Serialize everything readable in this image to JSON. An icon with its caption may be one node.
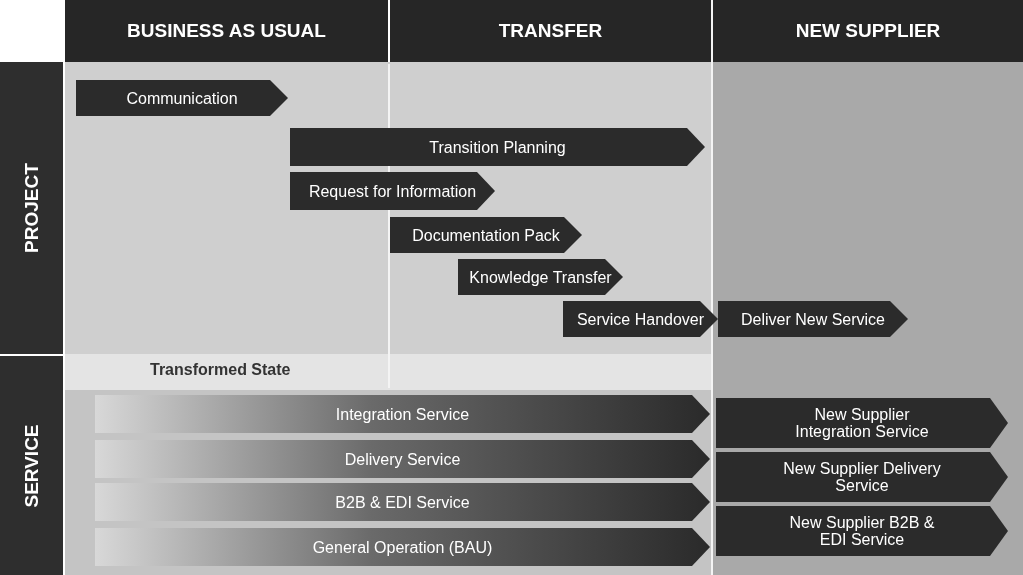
{
  "diagram": {
    "nodes": [
      {
        "text": [
          "BUSINESS AS USUAL"
        ]
      },
      {
        "text": [
          "TRANSFER"
        ]
      },
      {
        "text": [
          "NEW SUPPLIER"
        ]
      },
      {
        "text": [
          "PROJECT"
        ]
      },
      {
        "text": [
          "Communication"
        ]
      },
      {
        "text": [
          "Transition Planning"
        ]
      },
      {
        "text": [
          "Request for Information"
        ]
      },
      {
        "text": [
          "Documentation Pack"
        ]
      },
      {
        "text": [
          "Knowledge Transfer"
        ]
      },
      {
        "text": [
          "Service Handover"
        ]
      },
      {
        "text": [
          "Deliver New Service"
        ]
      },
      {
        "text": [
          "SERVICE"
        ]
      },
      {
        "text": [
          "Integration Service"
        ]
      },
      {
        "text": [
          "New Supplier Integration Service"
        ]
      },
      {
        "text": [
          "Delivery Service"
        ]
      },
      {
        "text": [
          "New Supplier Delivery Service"
        ]
      },
      {
        "text": [
          "B2B & EDI Service"
        ]
      },
      {
        "text": [
          "New Supplier B2B & EDI Service"
        ]
      },
      {
        "text": [
          "General Operation (BAU)"
        ]
      }
    ],
    "edges": [],
    "labels": [
      "Transformed State"
    ]
  }
}
